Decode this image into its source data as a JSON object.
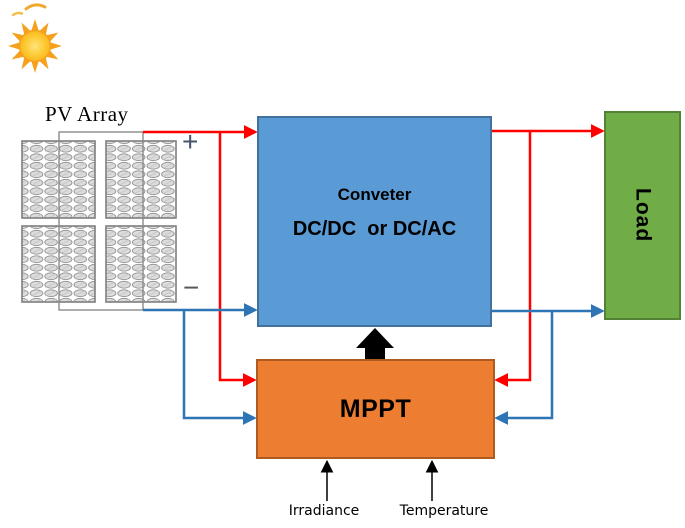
{
  "labels": {
    "pv_array": "PV Array",
    "plus": "+",
    "minus": "−",
    "converter_line1": "Conveter",
    "converter_line2": "DC/DC  or DC/AC",
    "mppt": "MPPT",
    "load": "Load",
    "irradiance": "Irradiance",
    "temperature": "Temperature"
  },
  "colors": {
    "converter_fill": "#5B9BD5",
    "converter_border": "#41719C",
    "mppt_fill": "#ED7D31",
    "mppt_border": "#AE5A21",
    "load_fill": "#70AD47",
    "load_border": "#548235",
    "wire_red": "#FF0000",
    "wire_blue": "#2E75B6",
    "signal_black": "#000000",
    "panel_gray": "#DCDCDC",
    "sun_yellow": "#FDC52C",
    "sun_orange": "#F6A11C"
  }
}
